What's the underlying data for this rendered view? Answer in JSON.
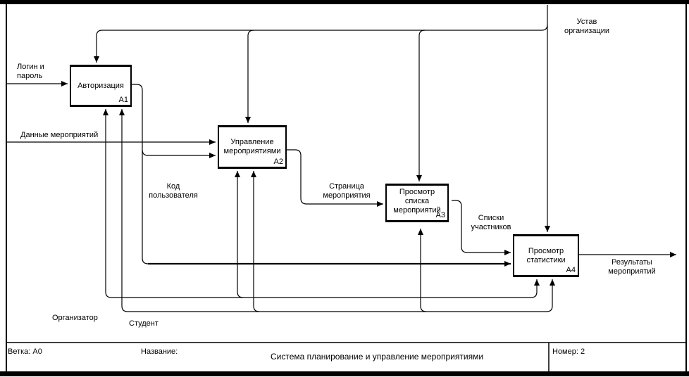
{
  "colors": {
    "line": "#000000",
    "background": "#ffffff"
  },
  "diagram": {
    "boxes": [
      {
        "id": "A1",
        "title_lines": [
          "Авторизация"
        ]
      },
      {
        "id": "A2",
        "title_lines": [
          "Управление",
          "мероприятиями"
        ]
      },
      {
        "id": "A3",
        "title_lines": [
          "Просмотр",
          "списка",
          "мероприятий"
        ]
      },
      {
        "id": "A4",
        "title_lines": [
          "Просмотр",
          "статистики"
        ]
      }
    ],
    "labels": {
      "login": [
        "Логин и",
        "пароль"
      ],
      "event_data": [
        "Данные мероприятий"
      ],
      "user_code": [
        "Код",
        "пользователя"
      ],
      "event_page": [
        "Страница",
        "мероприятия"
      ],
      "participant_lists": [
        "Списки",
        "участников"
      ],
      "charter": [
        "Устав",
        "организации"
      ],
      "results": [
        "Результаты",
        "мероприятий"
      ],
      "organizer": [
        "Организатор"
      ],
      "student": [
        "Студент"
      ]
    }
  },
  "footer": {
    "branch": "Ветка:  А0",
    "name_label": "Название:",
    "title": "Система планирование и управление мероприятиями",
    "number": "Номер:  2"
  }
}
